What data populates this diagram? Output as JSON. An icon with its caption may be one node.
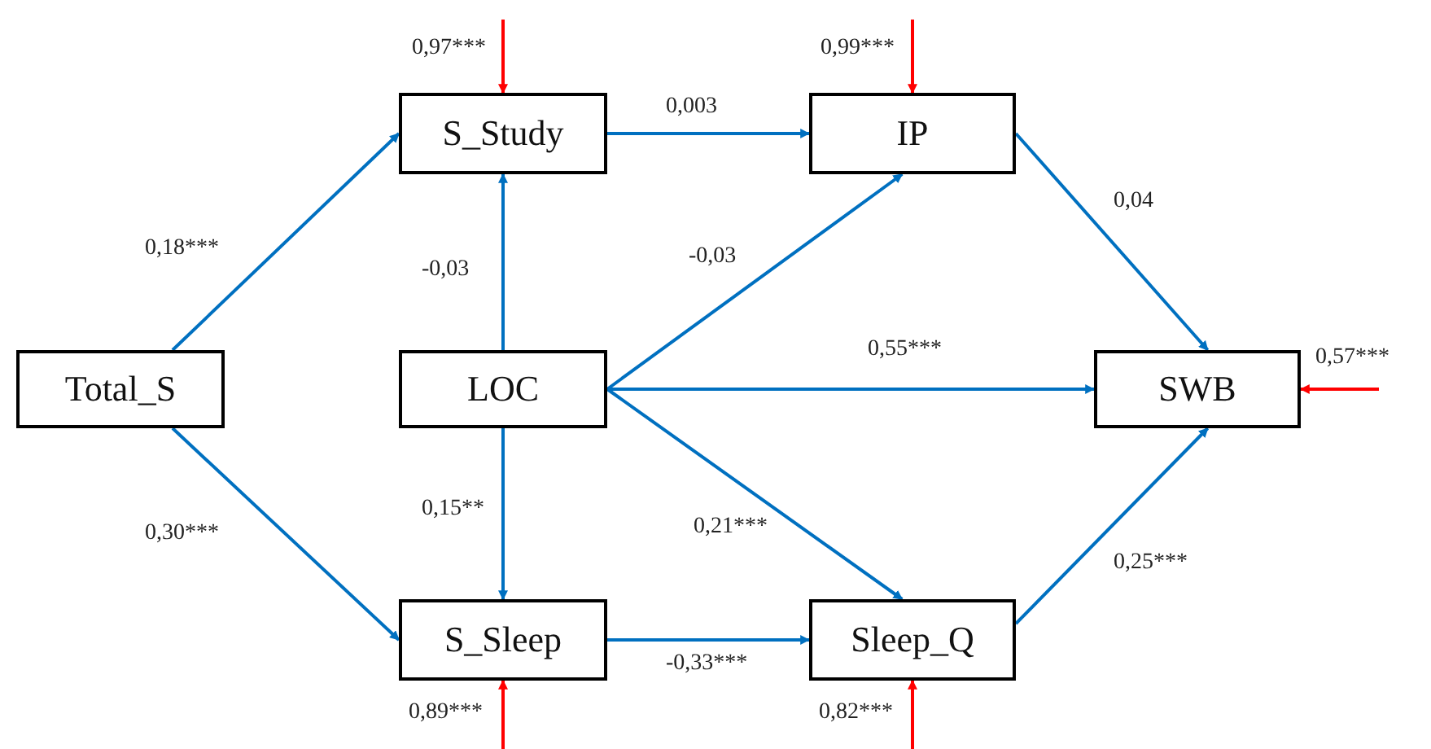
{
  "diagram": {
    "nodes": [
      {
        "text": [
          "Total_S"
        ]
      },
      {
        "text": [
          "S_Study"
        ]
      },
      {
        "text": [
          "IP"
        ]
      },
      {
        "text": [
          "LOC"
        ]
      },
      {
        "text": [
          "SWB"
        ]
      },
      {
        "text": [
          "S_Sleep"
        ]
      },
      {
        "text": [
          "Sleep_Q"
        ]
      }
    ],
    "edges": [
      {
        "from": 0,
        "to": 1,
        "arrow": "to",
        "label": "0,18***"
      },
      {
        "from": 0,
        "to": 5,
        "arrow": "to",
        "label": "0,30***"
      },
      {
        "from": 3,
        "to": 1,
        "arrow": "to",
        "label": "-0,03"
      },
      {
        "from": 3,
        "to": 5,
        "arrow": "to",
        "label": "0,15**"
      },
      {
        "from": 1,
        "to": 2,
        "arrow": "to",
        "label": "0,003"
      },
      {
        "from": 3,
        "to": 2,
        "arrow": "to",
        "label": "-0,03"
      },
      {
        "from": 3,
        "to": 4,
        "arrow": "to",
        "label": "0,55***"
      },
      {
        "from": 3,
        "to": 6,
        "arrow": "to",
        "label": "0,21***"
      },
      {
        "from": 5,
        "to": 6,
        "arrow": "to",
        "label": "-0,33***"
      },
      {
        "from": 2,
        "to": 4,
        "arrow": "to",
        "label": "0,04"
      },
      {
        "from": 6,
        "to": 4,
        "arrow": "to",
        "label": "0,25***"
      },
      {
        "from": null,
        "to": 1,
        "arrow": "to",
        "label": "0,97***",
        "color": "#ff0000"
      },
      {
        "from": null,
        "to": 2,
        "arrow": "to",
        "label": "0,99***",
        "color": "#ff0000"
      },
      {
        "from": null,
        "to": 4,
        "arrow": "to",
        "label": "0,57***",
        "color": "#ff0000"
      },
      {
        "from": null,
        "to": 5,
        "arrow": "to",
        "label": "0,89***",
        "color": "#ff0000"
      },
      {
        "from": null,
        "to": 6,
        "arrow": "to",
        "label": "0,82***",
        "color": "#ff0000"
      }
    ]
  }
}
